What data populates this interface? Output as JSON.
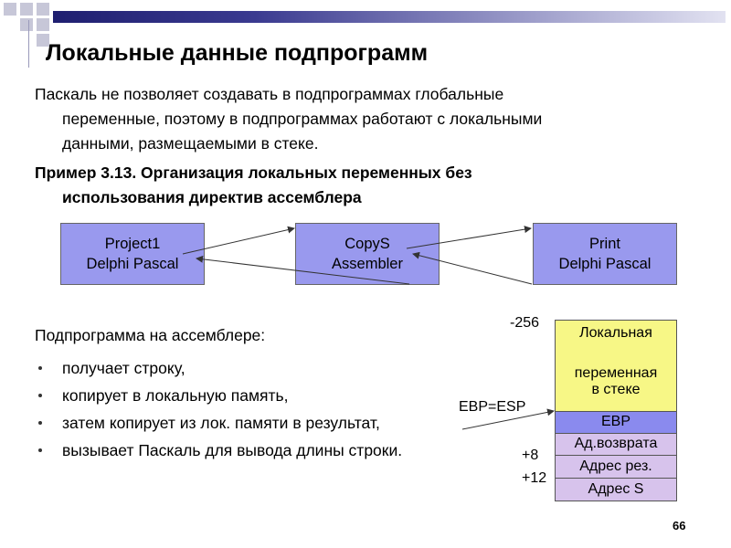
{
  "title": "Локальные данные подпрограмм",
  "paragraph": {
    "line1": "Паскаль не позволяет создавать в подпрограммах глобальные",
    "line2": "переменные, поэтому в подпрограммах работают с локальными",
    "line3": "данными, размещаемыми в стеке."
  },
  "example": {
    "line1": "Пример 3.13. Организация локальных переменных без",
    "line2": "использования директив ассемблера"
  },
  "boxes": [
    {
      "line1": "Project1",
      "line2": "Delphi Pascal"
    },
    {
      "line1": "CopyS",
      "line2": "Assembler"
    },
    {
      "line1": "Print",
      "line2": "Delphi Pascal"
    }
  ],
  "subheading": "Подпрограмма на ассемблере:",
  "bullets": [
    "получает строку,",
    "копирует в локальную память,",
    "затем копирует из лок. памяти в результат,",
    "вызывает Паскаль для вывода длины строки."
  ],
  "stack": {
    "local_line1": "Локальная",
    "local_line2": "переменная",
    "local_line3": "в стеке",
    "ebp": "EBP",
    "ret": "Ад.возврата",
    "res": "Адрес рез.",
    "s": "Адрес S"
  },
  "labels": {
    "minus256": "-256",
    "ebp_esp": "EBP=ESP",
    "plus8": "+8",
    "plus12": "+12"
  },
  "page_number": "66",
  "colors": {
    "box_fill": "#9999ee",
    "local_fill": "#f7f786",
    "ebp_fill": "#8a8aee",
    "param_fill": "#d7c3ec"
  }
}
